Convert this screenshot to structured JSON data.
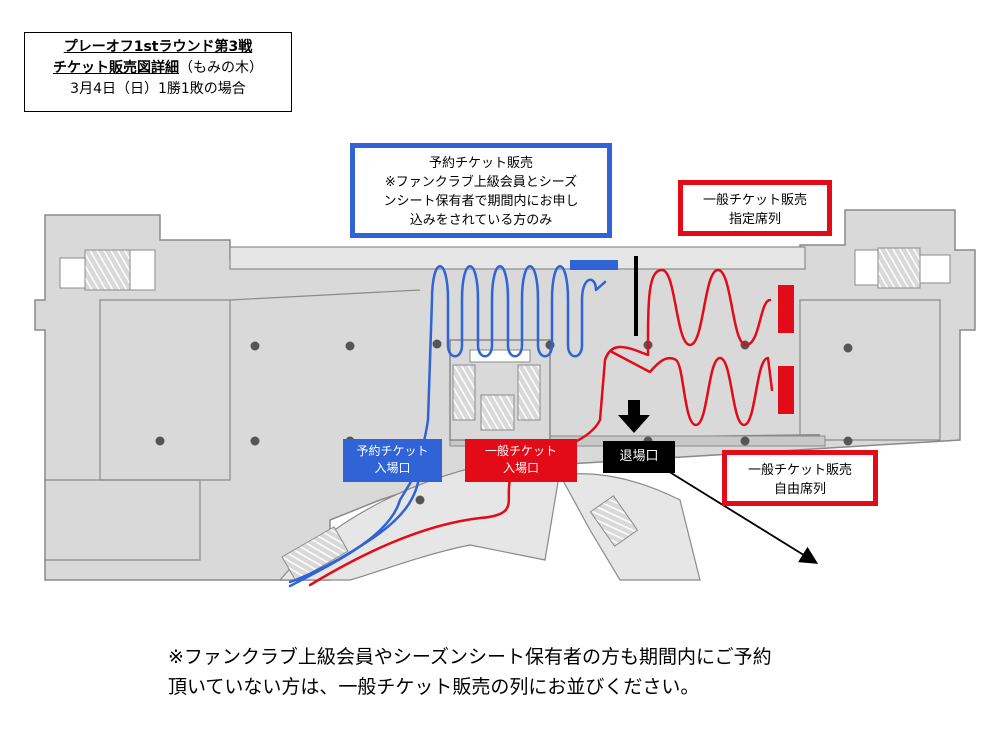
{
  "title": {
    "line1": "プレーオフ1stラウンド第3戦",
    "line2_main": "チケット販売図詳細",
    "line2_paren": "（もみの木）",
    "line3": "3月4日（日）1勝1敗の場合"
  },
  "callouts": {
    "reserved": {
      "line1": "予約チケット販売",
      "line2": "※ファンクラブ上級会員とシーズ",
      "line3": "ンシート保有者で期間内にお申し",
      "line4": "込みをされている方のみ"
    },
    "general_reserved": {
      "line1": "一般チケット販売",
      "line2": "指定席列"
    },
    "general_free": {
      "line1": "一般チケット販売",
      "line2": "自由席列"
    }
  },
  "gates": {
    "reserved_entry": {
      "line1": "予約チケット",
      "line2": "入場口"
    },
    "general_entry": {
      "line1": "一般チケット",
      "line2": "入場口"
    },
    "exit": "退場口"
  },
  "note": {
    "line1": "※ファンクラブ上級会員やシーズンシート保有者の方も期間内にご予約",
    "line2": "頂いていない方は、一般チケット販売の列にお並びください。"
  },
  "colors": {
    "blue_queue": "#2f63d6",
    "red_queue": "#e30b17",
    "floor": "#d9d9d9",
    "wall": "#8a8a8a"
  },
  "icons": {
    "exit_arrow": "arrow-down-icon",
    "direction_arrow": "arrow-diagonal-icon"
  }
}
